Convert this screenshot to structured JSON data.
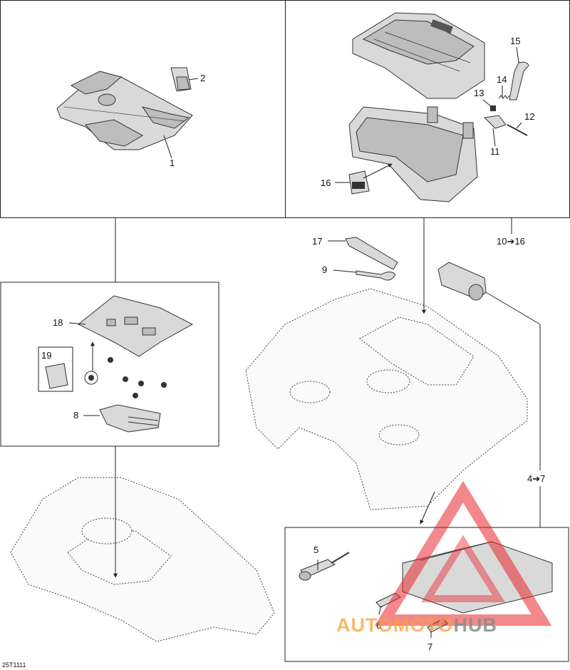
{
  "diagram": {
    "drawing_code": "25T1111",
    "callouts": [
      "1",
      "2",
      "11",
      "12",
      "13",
      "14",
      "15",
      "16",
      "17",
      "9",
      "18",
      "19",
      "8",
      "5",
      "6",
      "7"
    ],
    "ranges": {
      "r1": "10➔16",
      "r2": "4➔7"
    },
    "watermark": {
      "part1": "AUTO",
      "part2": "MOTO",
      "part3": "HUB"
    },
    "colors": {
      "watermark_red": "#e8262b",
      "watermark_orange": "#f4a13a",
      "watermark_grey": "#8a8a8a",
      "line": "#222222"
    }
  }
}
